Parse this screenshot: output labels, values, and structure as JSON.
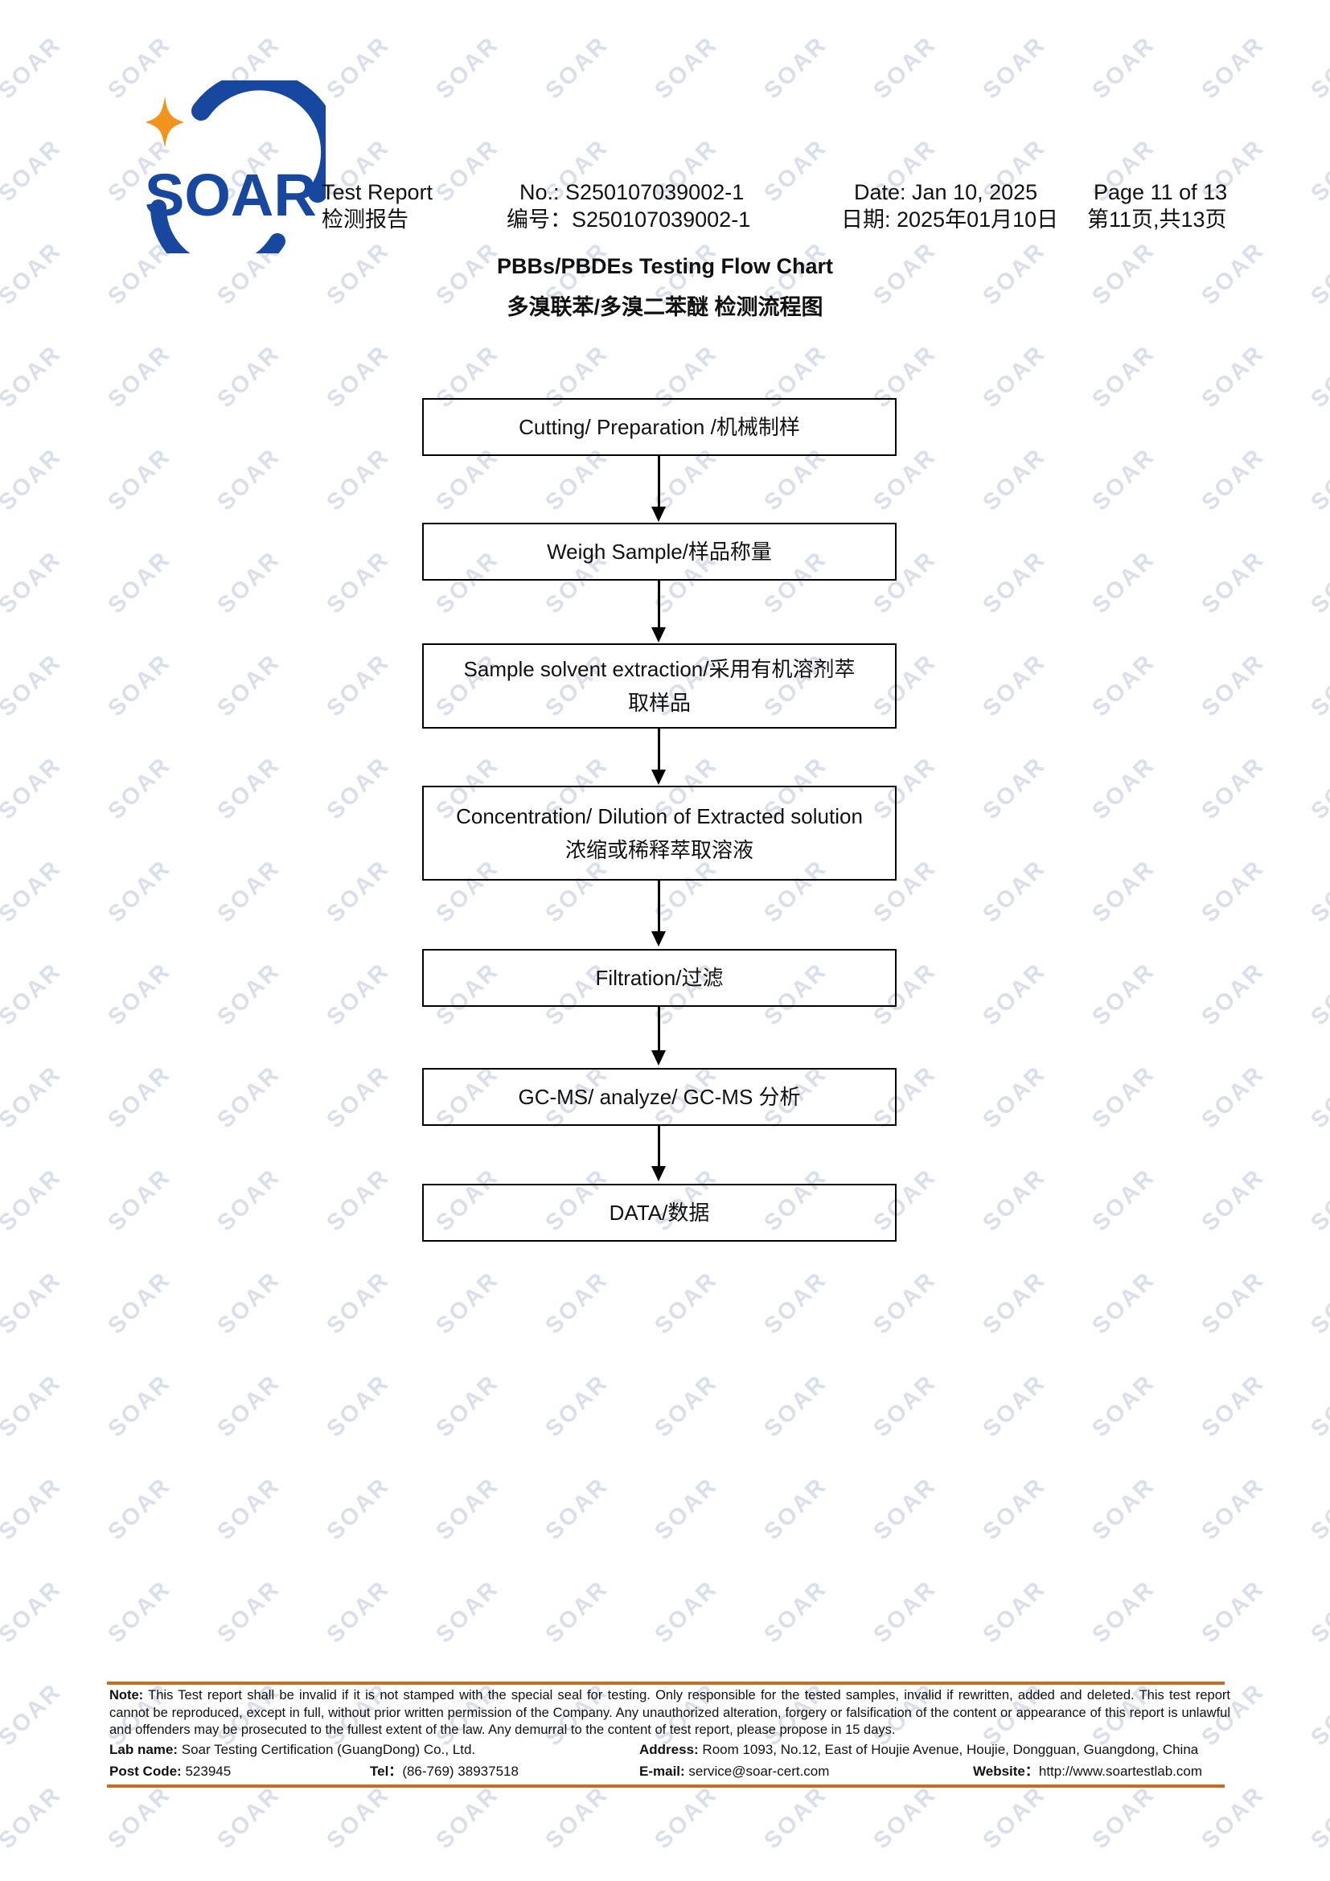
{
  "colors": {
    "logo_blue": "#17479E",
    "star_orange": "#F0941D",
    "footer_rule_orange": "#CE6A1C",
    "watermark": "#DBDFEB"
  },
  "watermark": {
    "text": "SOAR"
  },
  "logo": {
    "text": "SOAR"
  },
  "header": {
    "brand_en": "Test Report",
    "brand_zh": "检测报告",
    "no_en": "No.: S250107039002-1",
    "no_zh": "编号：S250107039002-1",
    "date_en": "Date: Jan 10, 2025",
    "date_zh": "日期: 2025年01月10日",
    "page_en": "Page 11 of 13",
    "page_zh": "第11页,共13页"
  },
  "title": {
    "en": "PBBs/PBDEs Testing Flow Chart",
    "zh": "多溴联苯/多溴二苯醚 检测流程图"
  },
  "flowchart": {
    "steps": [
      {
        "lines": [
          "Cutting/ Preparation /机械制样"
        ]
      },
      {
        "lines": [
          "Weigh Sample/样品称量"
        ]
      },
      {
        "lines": [
          "Sample solvent extraction/采用有机溶剂萃",
          "取样品"
        ]
      },
      {
        "lines": [
          "Concentration/ Dilution of Extracted solution",
          "浓缩或稀释萃取溶液"
        ]
      },
      {
        "lines": [
          "Filtration/过滤"
        ]
      },
      {
        "lines": [
          "GC-MS/ analyze/ GC-MS 分析"
        ]
      },
      {
        "lines": [
          "DATA/数据"
        ]
      }
    ]
  },
  "footer": {
    "note_label": "Note:",
    "note_text": " This Test report shall be invalid if it is not stamped with the special seal for testing. Only responsible for the tested samples, invalid if rewritten, added and deleted. This test report cannot be reproduced, except in full, without prior written permission of the Company.  Any unauthorized alteration, forgery or falsification of the content or appearance of this report is unlawful and offenders may be prosecuted to the fullest extent of the law. Any demurral to the content of test report, please propose in 15 days.",
    "lab": {
      "lab_name_label": "Lab name:",
      "lab_name": " Soar Testing Certification (GuangDong) Co., Ltd.",
      "address_label": "Address:",
      "address": " Room 1093, No.12, East of Houjie Avenue, Houjie, Dongguan, Guangdong, China",
      "post_code_label": "Post Code:",
      "post_code": " 523945",
      "tel_label": "Tel：",
      "tel": "(86-769) 38937518",
      "email_label": "E-mail:",
      "email": " service@soar-cert.com",
      "website_label": "Website：",
      "website": "http://www.soartestlab.com"
    }
  }
}
